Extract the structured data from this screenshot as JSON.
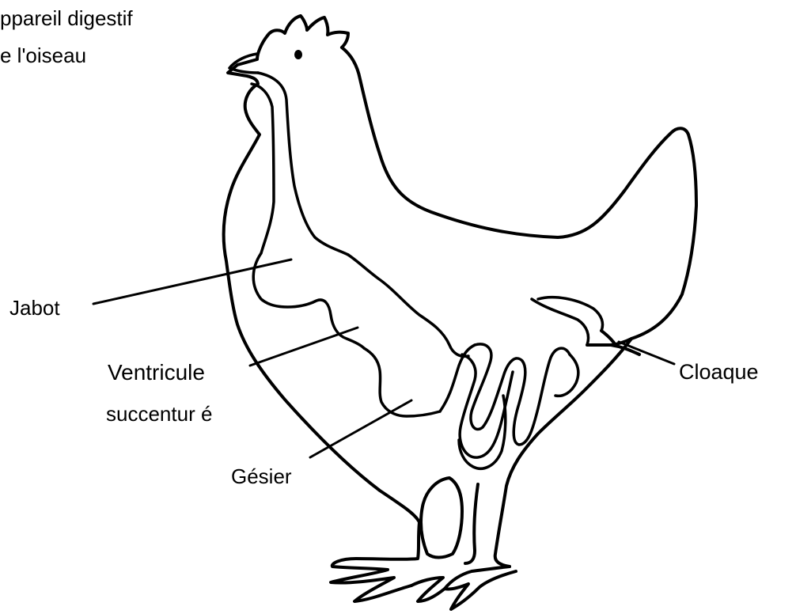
{
  "title": {
    "line1": "ppareil digestif",
    "line2": "e l'oiseau"
  },
  "labels": {
    "jabot": "Jabot",
    "ventricule_line1": "Ventricule",
    "ventricule_line2": "succentur é",
    "gesier": "Gésier",
    "cloaque": "Cloaque"
  },
  "colors": {
    "ink": "#000000",
    "background": "#ffffff"
  }
}
